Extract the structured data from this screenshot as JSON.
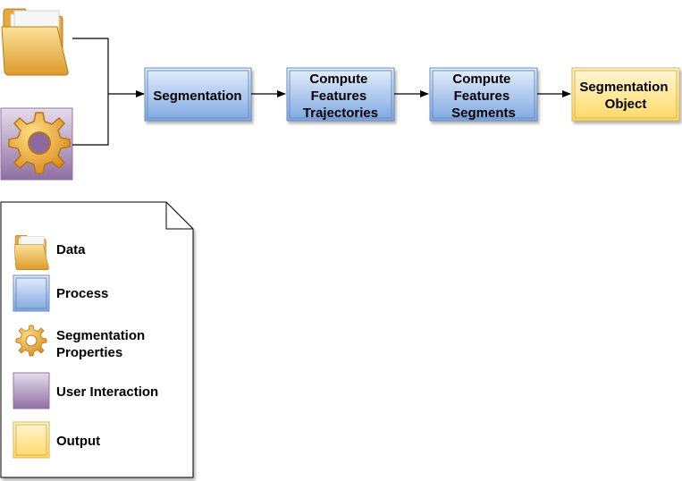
{
  "flow": {
    "nodes": [
      {
        "id": "segmentation",
        "lines": [
          "Segmentation"
        ],
        "kind": "process"
      },
      {
        "id": "compute-features-trajectories",
        "lines": [
          "Compute",
          "Features",
          "Trajectories"
        ],
        "kind": "process"
      },
      {
        "id": "compute-features-segments",
        "lines": [
          "Compute",
          "Features",
          "Segments"
        ],
        "kind": "process"
      },
      {
        "id": "segmentation-object",
        "lines": [
          "Segmentation",
          "Object"
        ],
        "kind": "output"
      }
    ],
    "inputs": [
      {
        "icon": "folder-icon",
        "kind": "data"
      },
      {
        "icon": "gear-icon",
        "kind": "user-interaction"
      }
    ]
  },
  "legend": {
    "items": [
      {
        "icon": "folder-icon",
        "lines": [
          "Data"
        ]
      },
      {
        "icon": "process-box-icon",
        "lines": [
          "Process"
        ]
      },
      {
        "icon": "gear-icon",
        "lines": [
          "Segmentation",
          "Properties"
        ]
      },
      {
        "icon": "user-interaction-box-icon",
        "lines": [
          "User Interaction"
        ]
      },
      {
        "icon": "output-box-icon",
        "lines": [
          "Output"
        ]
      }
    ]
  },
  "colors": {
    "process_fill_top": "#dae8fc",
    "process_fill_bottom": "#7ea6e0",
    "process_stroke": "#6c8ebf",
    "output_fill_top": "#fff2cc",
    "output_fill_bottom": "#ffd966",
    "output_stroke": "#d6b656",
    "user_fill_top": "#e1d5e7",
    "user_fill_bottom": "#8e6fa1",
    "user_stroke": "#9673a6",
    "folder": "#f2b84b",
    "gear": "#f0a830",
    "arrow": "#000000"
  }
}
